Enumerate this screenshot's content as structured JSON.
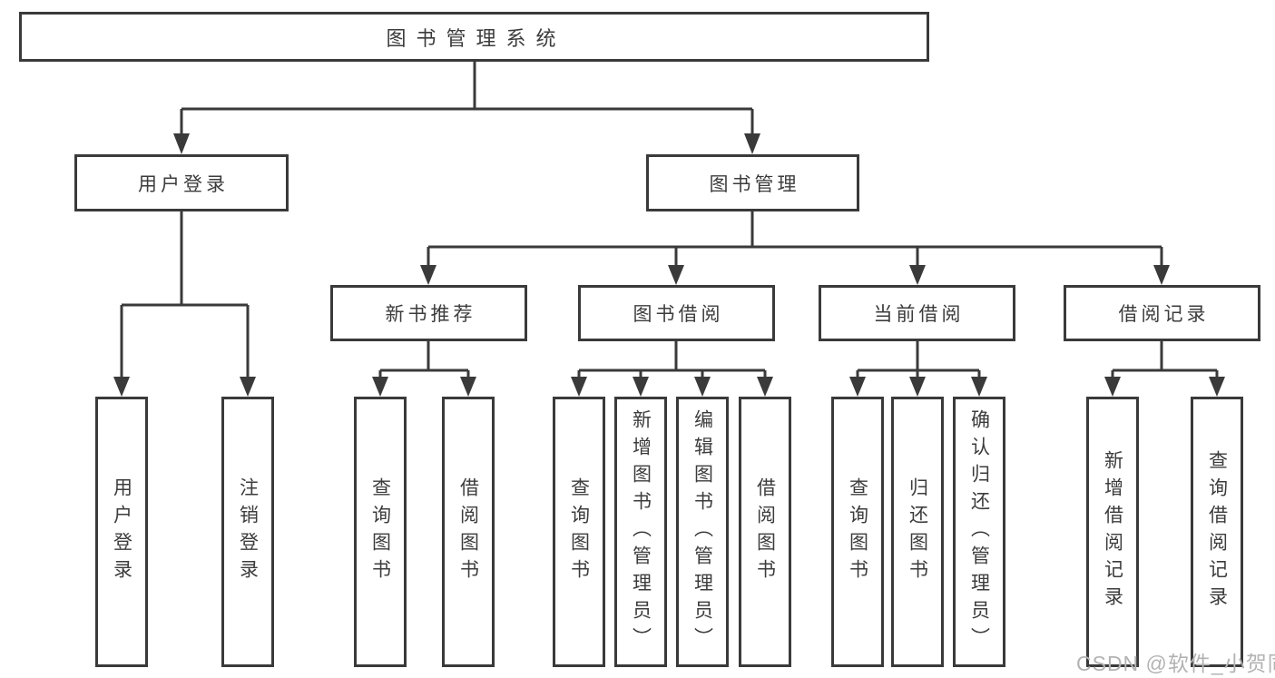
{
  "diagram": {
    "root": "图书管理系统",
    "level2": [
      "用户登录",
      "图书管理"
    ],
    "level3": [
      "新书推荐",
      "图书借阅",
      "当前借阅",
      "借阅记录"
    ],
    "leaves": {
      "user_login": [
        "用户登录",
        "注销登录"
      ],
      "new_book": [
        "查询图书",
        "借阅图书"
      ],
      "book_borrow": [
        "查询图书",
        "新增图书（管理员）",
        "编辑图书（管理员）",
        "借阅图书"
      ],
      "current_borrow": [
        "查询图书",
        "归还图书",
        "确认归还（管理员）"
      ],
      "borrow_record": [
        "新增借阅记录",
        "查询借阅记录"
      ]
    }
  },
  "watermark": "CSDN @软件_小贺同学",
  "colors": {
    "line": "#3a3a3a",
    "text": "#3c3c3c",
    "background": "#ffffff",
    "watermark": "#b3b3b3"
  }
}
